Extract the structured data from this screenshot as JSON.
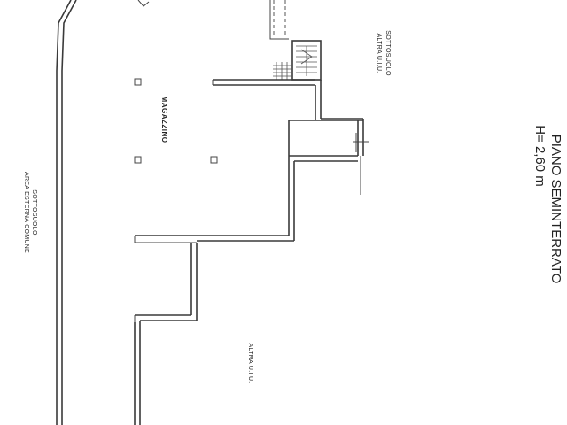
{
  "labels": {
    "outer_area_line1": "SOTTOSUOLO",
    "outer_area_line2": "AREA ESTERNA COMUNE",
    "top_right_line1": "SOTTOSUOLO",
    "top_right_line2": "ALTRA U.I.U.",
    "room_name": "MAGAZZINO",
    "other_unit": "ALTRA U.I.U.",
    "floor_title_line1": "PIANO SEMINTERRATO",
    "floor_title_line2": "H= 2,60 m"
  },
  "colors": {
    "walls": "#3a3a3a",
    "text": "#222222",
    "background": "#ffffff"
  }
}
